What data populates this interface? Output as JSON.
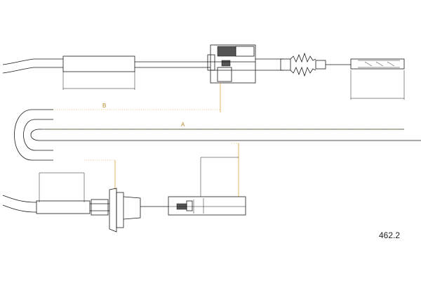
{
  "part_number": "462.2",
  "dimensions": {
    "label_b": "B",
    "label_a": "A"
  },
  "colors": {
    "line": "#1a1a1a",
    "dimension": "#d9a441",
    "background": "#ffffff"
  }
}
